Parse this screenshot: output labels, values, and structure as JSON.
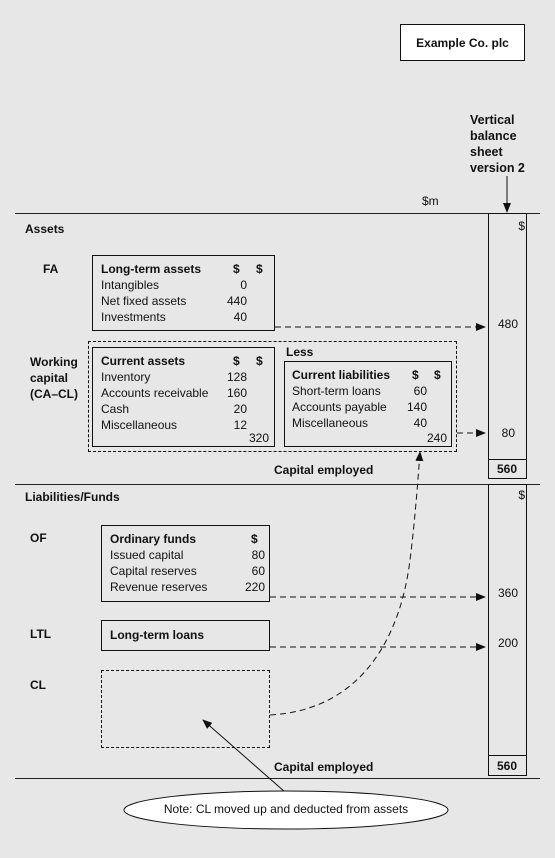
{
  "company": "Example Co. plc",
  "version_label": [
    "Vertical",
    "balance",
    "sheet",
    "version 2"
  ],
  "unit_label": "$m",
  "dollar": "$",
  "assets": {
    "heading": "Assets",
    "fa_label": "FA",
    "long_term": {
      "title": "Long-term assets",
      "items": [
        {
          "label": "Intangibles",
          "value": "0"
        },
        {
          "label": "Net fixed assets",
          "value": "440"
        },
        {
          "label": "Investments",
          "value": "40"
        }
      ]
    },
    "wc_label": [
      "Working",
      "capital",
      "(CA–CL)"
    ],
    "less_label": "Less",
    "current_assets": {
      "title": "Current assets",
      "items": [
        {
          "label": "Inventory",
          "value": "128"
        },
        {
          "label": "Accounts receivable",
          "value": "160"
        },
        {
          "label": "Cash",
          "value": "20"
        },
        {
          "label": "Miscellaneous",
          "value": "12"
        }
      ],
      "total": "320"
    },
    "current_liabilities": {
      "title": "Current liabilities",
      "items": [
        {
          "label": "Short-term loans",
          "value": "60"
        },
        {
          "label": "Accounts payable",
          "value": "140"
        },
        {
          "label": "Miscellaneous",
          "value": "40"
        }
      ],
      "total": "240"
    },
    "capital_employed_label": "Capital employed"
  },
  "funds": {
    "heading": "Liabilities/Funds",
    "of_label": "OF",
    "ordinary": {
      "title": "Ordinary funds",
      "items": [
        {
          "label": "Issued capital",
          "value": "80"
        },
        {
          "label": "Capital reserves",
          "value": "60"
        },
        {
          "label": "Revenue reserves",
          "value": "220"
        }
      ]
    },
    "ltl_label": "LTL",
    "ltl_box": "Long-term loans",
    "cl_label": "CL",
    "capital_employed_label": "Capital employed"
  },
  "column": {
    "assets_values": [
      "480",
      "80"
    ],
    "assets_total": "560",
    "funds_values": [
      "360",
      "200"
    ],
    "funds_total": "560"
  },
  "note": "Note: CL moved up and deducted from assets"
}
